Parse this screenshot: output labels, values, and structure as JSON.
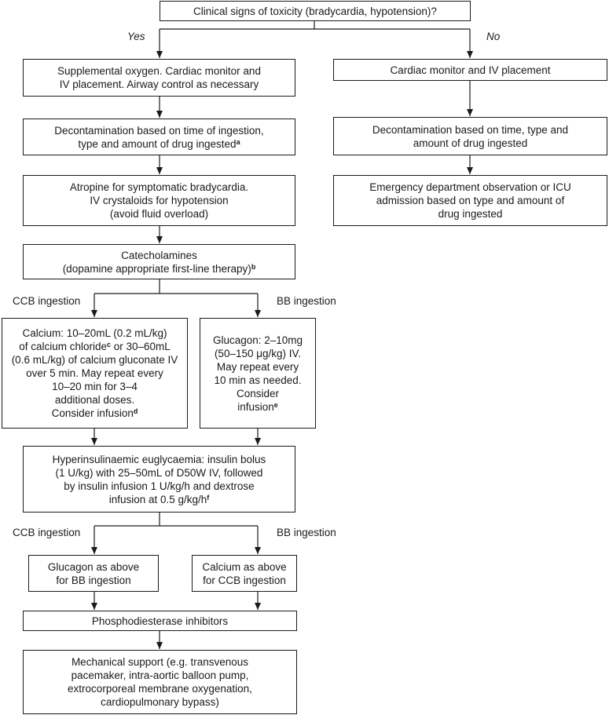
{
  "nodes": {
    "start": {
      "lines": [
        {
          "t": "Clinical signs of toxicity (bradycardia, hypotension)?"
        }
      ]
    },
    "yes1": {
      "lines": [
        {
          "t": "Supplemental oxygen. Cardiac monitor and"
        },
        {
          "t": "IV placement. Airway control as necessary"
        }
      ]
    },
    "yes2": {
      "lines": [
        {
          "t": "Decontamination based on time of ingestion,"
        },
        {
          "t": "type and amount of drug ingested",
          "sup": "a"
        }
      ]
    },
    "yes3": {
      "lines": [
        {
          "t": "Atropine for symptomatic bradycardia."
        },
        {
          "t": "IV crystaloids for hypotension"
        },
        {
          "t": "(avoid fluid overload)"
        }
      ]
    },
    "yes4": {
      "lines": [
        {
          "t": "Catecholamines"
        },
        {
          "t": "(dopamine appropriate first-line therapy)",
          "sup": "b"
        }
      ]
    },
    "no1": {
      "lines": [
        {
          "t": "Cardiac monitor and IV placement"
        }
      ]
    },
    "no2": {
      "lines": [
        {
          "t": "Decontamination based on time, type and"
        },
        {
          "t": "amount of drug ingested"
        }
      ]
    },
    "no3": {
      "lines": [
        {
          "t": "Emergency department observation or ICU"
        },
        {
          "t": "admission based on type and amount of"
        },
        {
          "t": "drug ingested"
        }
      ]
    },
    "calcium": {
      "lines": [
        {
          "t": "Calcium: 10–20mL (0.2 mL/kg)"
        },
        {
          "t": "of calcium chloride",
          "sup": "c",
          "t2": " or 30–60mL"
        },
        {
          "t": "(0.6 mL/kg) of calcium gluconate IV"
        },
        {
          "t": "over 5 min. May repeat every"
        },
        {
          "t": "10–20 min for 3–4"
        },
        {
          "t": "additional doses."
        },
        {
          "t": "Consider infusion",
          "sup": "d"
        }
      ]
    },
    "glucagon": {
      "lines": [
        {
          "t": "Glucagon: 2–10mg"
        },
        {
          "t": "(50–150 μg/kg) IV."
        },
        {
          "t": "May repeat every"
        },
        {
          "t": "10 min as needed."
        },
        {
          "t": "Consider"
        },
        {
          "t": "infusion",
          "sup": "e"
        }
      ]
    },
    "hie": {
      "lines": [
        {
          "t": "Hyperinsulinaemic euglycaemia: insulin bolus"
        },
        {
          "t": "(1 U/kg) with 25–50mL of D50W IV, followed"
        },
        {
          "t": "by insulin infusion 1 U/kg/h and dextrose"
        },
        {
          "t": "infusion at 0.5 g/kg/h",
          "sup": "f"
        }
      ]
    },
    "glucagon2": {
      "lines": [
        {
          "t": "Glucagon as above"
        },
        {
          "t": "for BB ingestion"
        }
      ]
    },
    "calcium2": {
      "lines": [
        {
          "t": "Calcium as above"
        },
        {
          "t": "for CCB ingestion"
        }
      ]
    },
    "pde": {
      "lines": [
        {
          "t": "Phosphodiesterase inhibitors"
        }
      ]
    },
    "mech": {
      "lines": [
        {
          "t": "Mechanical support (e.g. transvenous"
        },
        {
          "t": "pacemaker, intra-aortic balloon pump,"
        },
        {
          "t": "extrocorporeal membrane oxygenation,"
        },
        {
          "t": "cardiopulmonary bypass)"
        }
      ]
    }
  },
  "labels": {
    "yes": "Yes",
    "no": "No",
    "ccb1": "CCB ingestion",
    "bb1": "BB ingestion",
    "ccb2": "CCB ingestion",
    "bb2": "BB ingestion"
  }
}
